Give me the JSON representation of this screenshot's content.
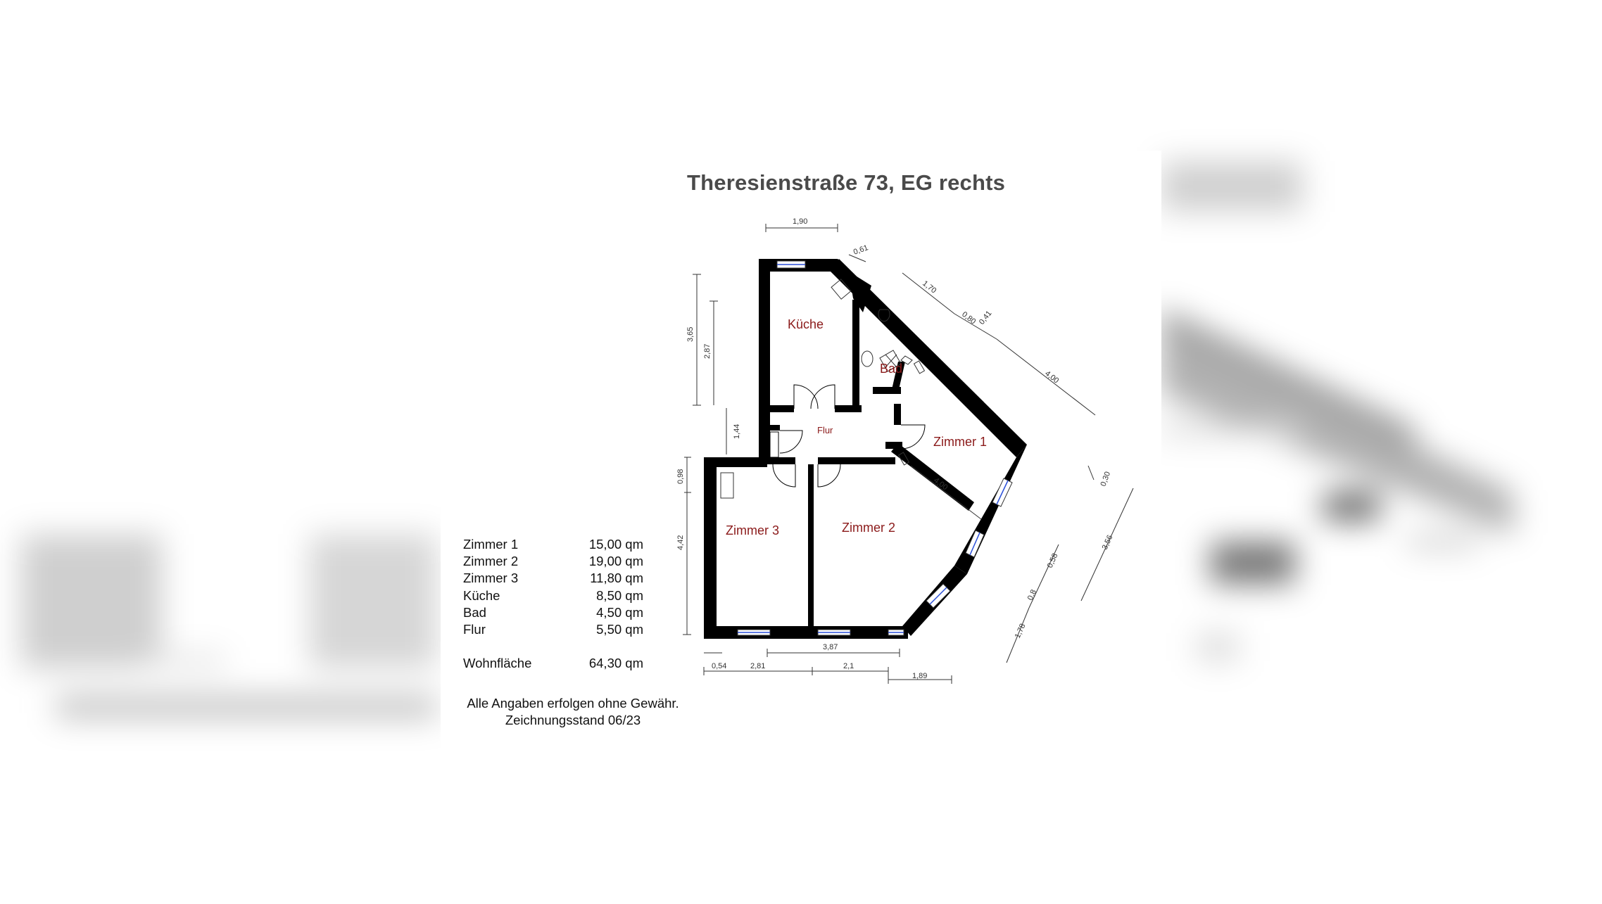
{
  "title": "Theresienstraße 73, EG rechts",
  "rooms": {
    "kueche": "Küche",
    "bad": "Bad",
    "flur": "Flur",
    "zimmer1": "Zimmer 1",
    "zimmer2": "Zimmer 2",
    "zimmer3": "Zimmer 3"
  },
  "dimensions": {
    "top_width": "1,90",
    "corner": "0,61",
    "seg1": "1,70",
    "seg2": "0,80",
    "seg3": "0,41",
    "diag_long": "4,00",
    "left_total": "3,65",
    "left_inner": "2,87",
    "flur_height": "1,44",
    "z3_top": "0,98",
    "z3_height": "4,42",
    "right_small": "0,30",
    "right_long": "3,56",
    "right_mid": "0,58",
    "right_low1": "0,8",
    "right_low2": "1,78",
    "inner_diag": "4,00",
    "bottom_total": "3,87",
    "bottom_a": "0,54",
    "bottom_b": "2,81",
    "bottom_c": "2,1",
    "bottom_d": "1,89"
  },
  "areas": [
    {
      "name": "Zimmer 1",
      "value": "15,00 qm"
    },
    {
      "name": "Zimmer 2",
      "value": "19,00 qm"
    },
    {
      "name": "Zimmer 3",
      "value": "11,80 qm"
    },
    {
      "name": "Küche",
      "value": "8,50 qm"
    },
    {
      "name": "Bad",
      "value": "4,50 qm"
    },
    {
      "name": "Flur",
      "value": "5,50 qm"
    }
  ],
  "total": {
    "name": "Wohnfläche",
    "value": "64,30 qm"
  },
  "notes": {
    "line1": "Alle Angaben erfolgen ohne Gewähr.",
    "line2": "Zeichnungsstand 06/23"
  }
}
